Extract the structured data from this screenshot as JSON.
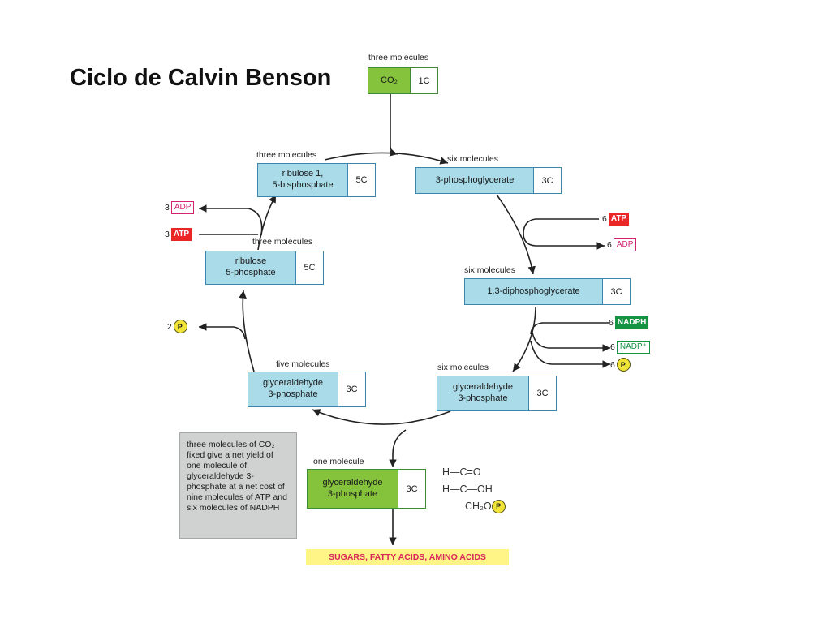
{
  "title": "Ciclo de Calvin Benson",
  "co2": {
    "count_label": "three molecules",
    "name": "CO₂",
    "carbons": "1C"
  },
  "boxes": {
    "rubp": {
      "count_label": "three molecules",
      "name": "ribulose 1,\n5-bisphosphate",
      "carbons": "5C"
    },
    "pga": {
      "count_label": "six molecules",
      "name": "3-phosphoglycerate",
      "carbons": "3C"
    },
    "bpg": {
      "count_label": "six molecules",
      "name": "1,3-diphosphoglycerate",
      "carbons": "3C"
    },
    "g3p_right": {
      "count_label": "six molecules",
      "name": "glyceraldehyde\n3-phosphate",
      "carbons": "3C"
    },
    "g3p_left": {
      "count_label": "five molecules",
      "name": "glyceraldehyde\n3-phosphate",
      "carbons": "3C"
    },
    "ru5p": {
      "count_label": "three molecules",
      "name": "ribulose\n5-phosphate",
      "carbons": "5C"
    },
    "g3p_out": {
      "count_label": "one molecule",
      "name": "glyceraldehyde\n3-phosphate",
      "carbons": "3C"
    }
  },
  "cofactors": {
    "left_adp": {
      "count": "3",
      "label": "ADP"
    },
    "left_atp": {
      "count": "3",
      "label": "ATP"
    },
    "left_pi": {
      "count": "2",
      "label": "Pᵢ"
    },
    "right_atp": {
      "count": "6",
      "label": "ATP"
    },
    "right_adp": {
      "count": "6",
      "label": "ADP"
    },
    "right_nadph": {
      "count": "6",
      "label": "NADPH"
    },
    "right_nadp": {
      "count": "6",
      "label": "NADP⁺"
    },
    "right_pi": {
      "count": "6",
      "label": "Pᵢ"
    }
  },
  "note": "three molecules of CO₂ fixed give a net yield of one molecule of glyceraldehyde 3-phosphate at a net cost of nine molecules of ATP and six molecules of NADPH",
  "products": "SUGARS, FATTY ACIDS, AMINO ACIDS",
  "structure": {
    "line1": "H—C=O",
    "line2": "H—C—OH",
    "line3": "CH₂O",
    "p": "P"
  },
  "colors": {
    "blue_box": "#a9dbe9",
    "green_box": "#86c33d",
    "atp": "#ea2727",
    "adp": "#d42272",
    "nadph": "#169243",
    "pi": "#f2e436",
    "note_bg": "#cfd2d0",
    "products_bg": "#fff486",
    "products_text": "#d8265a"
  }
}
